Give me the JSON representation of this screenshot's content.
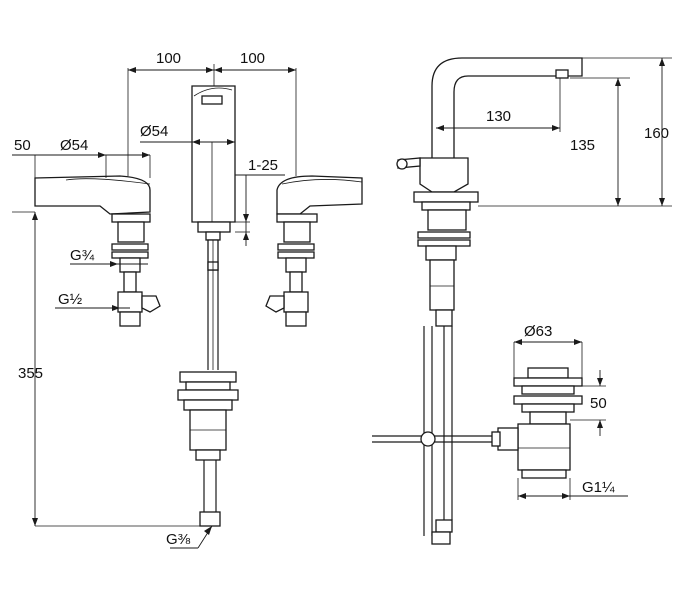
{
  "colors": {
    "line": "#1a1a1a",
    "background": "#ffffff"
  },
  "dimensions": {
    "spacing_left": "100",
    "spacing_right": "100",
    "handle_width": "50",
    "handle_dia": "Ø54",
    "spout_dia": "Ø54",
    "deck_thickness": "1-25",
    "thread_three_quarter": "G¾",
    "thread_half": "G½",
    "height_total": "355",
    "thread_three_eighth": "G⅜",
    "reach": "130",
    "spout_height": "135",
    "overall_height": "160",
    "waste_dia": "Ø63",
    "waste_height": "50",
    "waste_thread": "G1¼"
  }
}
